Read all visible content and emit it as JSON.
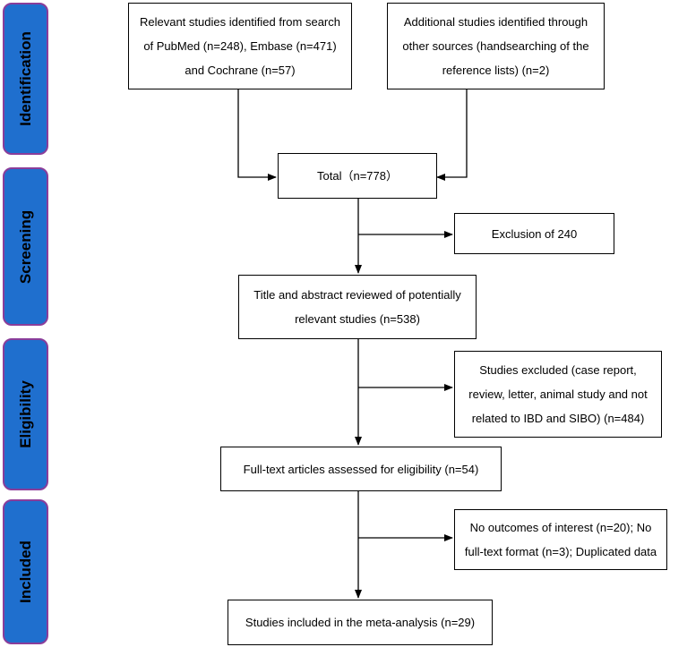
{
  "phases": {
    "identification": "Identification",
    "screening": "Screening",
    "eligibility": "Eligibility",
    "included": "Included"
  },
  "boxes": {
    "database_search": "Relevant studies identified from search of PubMed (n=248), Embase (n=471) and Cochrane (n=57)",
    "other_sources": "Additional studies identified through other sources (handsearching of the reference lists) (n=2)",
    "total": "Total（n=778）",
    "exclusion_240": "Exclusion of 240",
    "title_abstract": "Title and abstract reviewed of potentially relevant studies (n=538)",
    "excluded_484": "Studies excluded (case report, review, letter, animal study and not related to IBD and SIBO) (n=484)",
    "full_text": "Full-text articles assessed for eligibility (n=54)",
    "excluded_no_outcomes": "No outcomes of interest (n=20); No full-text format (n=3); Duplicated data",
    "included_meta": "Studies included in the meta-analysis (n=29)"
  },
  "colors": {
    "phase_fill": "#1f6fce",
    "phase_border": "#8a3d9a",
    "line": "#000000"
  }
}
